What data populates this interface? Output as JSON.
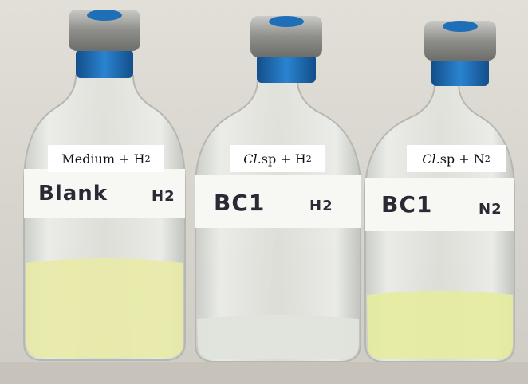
{
  "photo": {
    "description_colors": {
      "background": "#d9d6cf",
      "cap_metal": "#9c9c98",
      "cap_blue": "#1f6fb8"
    },
    "bottles": [
      {
        "caption": {
          "prefix": "",
          "italic": "",
          "text": "Medium + H",
          "sub": "2"
        },
        "handwriting": {
          "main": "Blank",
          "gas": "H2"
        },
        "liquid_color": "#e8eba6"
      },
      {
        "caption": {
          "prefix": "",
          "italic": "Cl.",
          "text": " sp + H",
          "sub": "2"
        },
        "handwriting": {
          "main": "BC1",
          "gas": "H2"
        },
        "liquid_color": "#dfe4dc"
      },
      {
        "caption": {
          "prefix": "",
          "italic": "Cl.",
          "text": " sp + N",
          "sub": "2"
        },
        "handwriting": {
          "main": "BC1",
          "gas": "N2"
        },
        "liquid_color": "#e6ec9e"
      }
    ]
  }
}
